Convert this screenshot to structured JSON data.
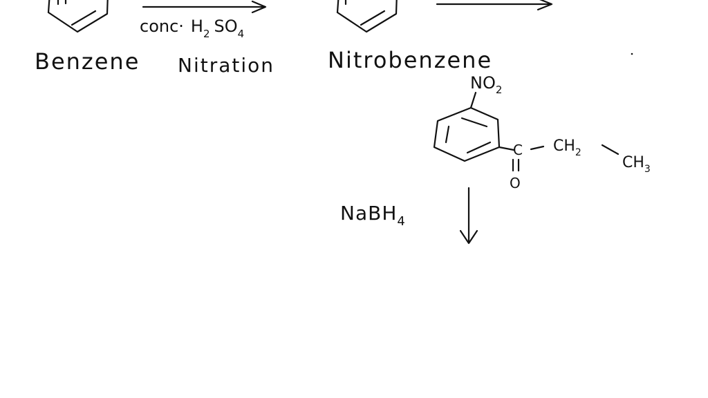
{
  "scheme": {
    "label_benzene": "Benzene",
    "reagent_step1_parts": {
      "conc": "conc·",
      "h": "H",
      "h_sub": "2",
      "so": "SO",
      "so_sub": "4"
    },
    "label_nitration": "Nitration",
    "label_nitrobenzene": "Nitrobenzene",
    "product": {
      "no2_main": "NO",
      "no2_sub": "2",
      "carbonyl_c": "C",
      "carbonyl_o": "O",
      "ch2_main": "CH",
      "ch2_sub": "2",
      "ch3_main": "CH",
      "ch3_sub": "3"
    },
    "reagent_step3_parts": {
      "main": "NaBH",
      "sub": "4"
    }
  },
  "colors": {
    "ink": "#111111",
    "background": "#ffffff"
  }
}
